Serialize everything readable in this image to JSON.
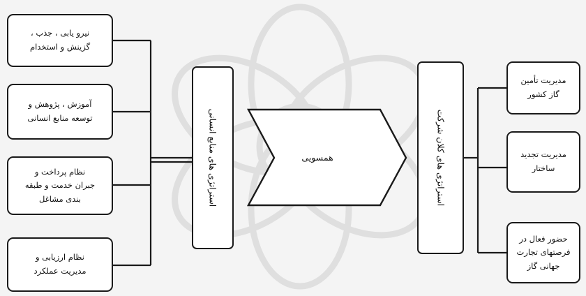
{
  "diagram": {
    "left_boxes": [
      {
        "line1": "نیرو یابی ، جذب ،",
        "line2": "گزینش و استخدام"
      },
      {
        "line1": "آموزش ، پژوهش و",
        "line2": "توسعه منابع انسانی"
      },
      {
        "line1": "نظام پرداخت و",
        "line2": "جبران خدمت و طبقه",
        "line3": "بندی مشاغل"
      },
      {
        "line1": "نظام ارزیابی و",
        "line2": "مدیریت عملکرد"
      }
    ],
    "hr_strategy_label": "استراتژی های منابع انسانی",
    "alignment_label": "همسویی",
    "corporate_strategy_label": "استراتژی های کلان شرکت",
    "right_boxes": [
      {
        "line1": "مدیریت تأمین",
        "line2": "گاز کشور"
      },
      {
        "line1": "مدیریت تجدید",
        "line2": "ساختار"
      },
      {
        "line1": "حضور فعال در",
        "line2": "فرصتهای تجارت",
        "line3": "جهانی گاز"
      }
    ],
    "colors": {
      "border": "#1a1a1a",
      "box_fill": "#ffffff",
      "background": "#f4f4f4",
      "watermark": "#dcdcdc"
    }
  }
}
